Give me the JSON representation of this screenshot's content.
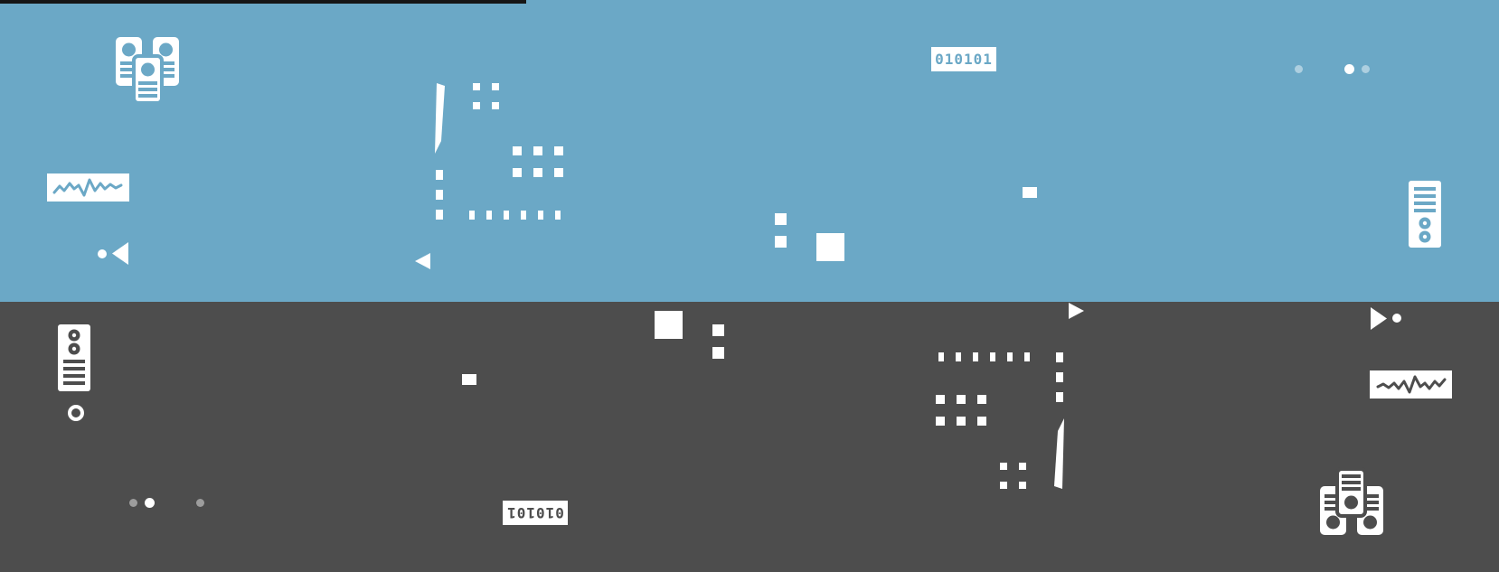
{
  "banner": {
    "binary_top": "010101",
    "binary_bottom": "101010",
    "colors": {
      "top_background": "#6BA8C6",
      "bottom_background": "#4D4D4D",
      "shapes": "#FFFFFF",
      "top_edge_bar": "#161616"
    },
    "icons": [
      "server-cluster-icon",
      "waveform-chip-icon",
      "binary-chip",
      "taper-stroke-icon",
      "pixel-square-grid",
      "dot-trio",
      "triangle-icon",
      "server-tower-icon",
      "ring-icon"
    ]
  }
}
